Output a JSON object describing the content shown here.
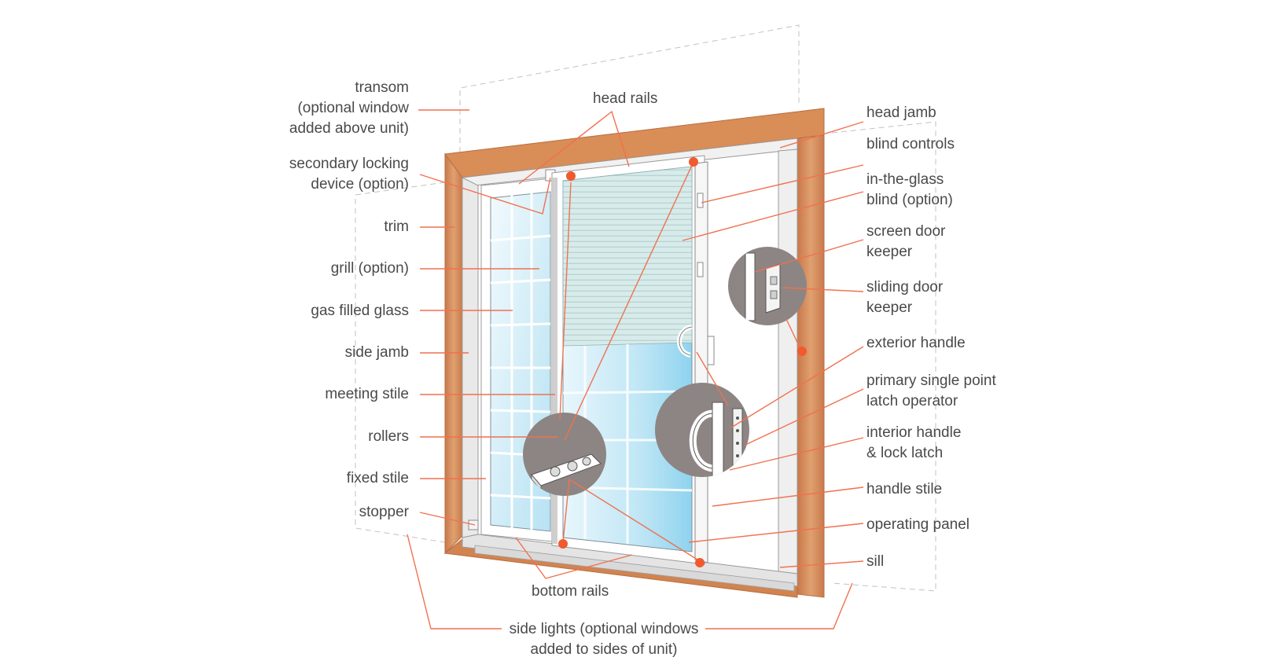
{
  "colors": {
    "leader": "#f0714f",
    "trim_wood": "#d58a55",
    "frame": "#f4f4f4",
    "glass": "#c7e8f6",
    "blind": "#cfe6e6",
    "detail_circle": "#8d8583",
    "label_text": "#4a4a4a",
    "dashed": "#c2c2c2"
  },
  "labels": {
    "transom": [
      "transom",
      "(optional window",
      "added above unit)"
    ],
    "secondary_locking": [
      "secondary locking",
      "device (option)"
    ],
    "trim": "trim",
    "grill": "grill (option)",
    "gas_glass": "gas filled glass",
    "side_jamb": "side jamb",
    "meeting_stile": "meeting stile",
    "rollers": "rollers",
    "fixed_stile": "fixed stile",
    "stopper": "stopper",
    "head_rails": "head rails",
    "bottom_rails": "bottom rails",
    "side_lights": [
      "side lights (optional windows",
      "added to sides of unit)"
    ],
    "head_jamb": "head jamb",
    "blind_controls": "blind controls",
    "in_glass_blind": [
      "in-the-glass",
      "blind (option)"
    ],
    "screen_door_keeper": [
      "screen door",
      "keeper"
    ],
    "sliding_door_keeper": [
      "sliding door",
      "keeper"
    ],
    "exterior_handle": "exterior handle",
    "primary_latch": [
      "primary single point",
      "latch operator"
    ],
    "interior_handle": [
      "interior handle",
      "& lock latch"
    ],
    "handle_stile": "handle stile",
    "operating_panel": "operating panel",
    "sill": "sill"
  }
}
